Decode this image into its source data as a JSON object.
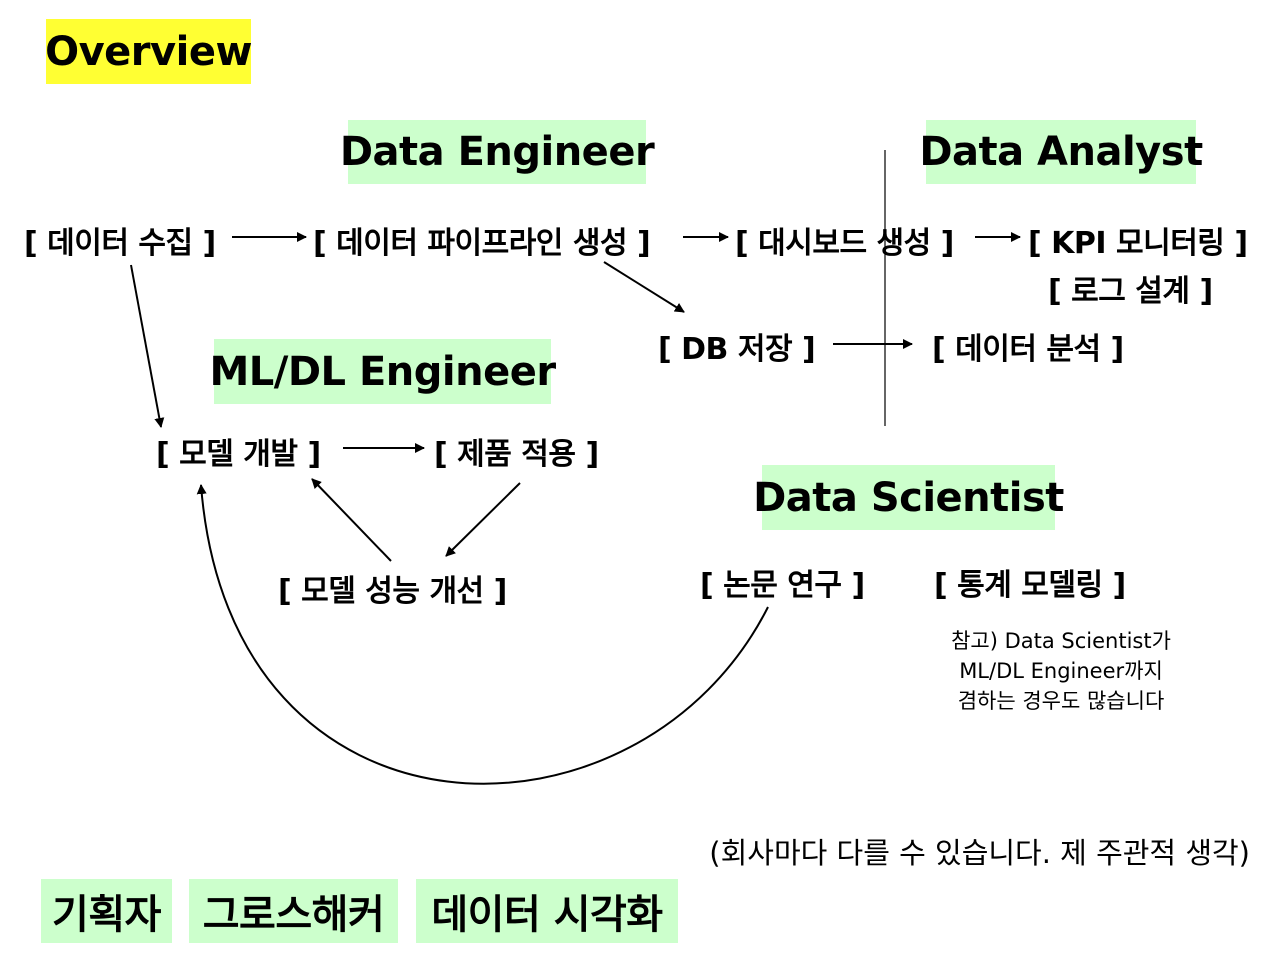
{
  "overview_title": "Overview",
  "roles": {
    "data_engineer": "Data Engineer",
    "data_analyst": "Data Analyst",
    "ml_dl_engineer": "ML/DL Engineer",
    "data_scientist": "Data Scientist"
  },
  "nodes": {
    "data_collection": "[ 데이터 수집 ]",
    "data_pipeline": "[ 데이터 파이프라인 생성 ]",
    "dashboard": "[ 대시보드 생성 ]",
    "kpi_monitoring": "[ KPI 모니터링 ]",
    "log_design": "[ 로그 설계 ]",
    "db_storage": "[ DB 저장 ]",
    "data_analysis": "[ 데이터 분석 ]",
    "model_development": "[ 모델 개발 ]",
    "product_application": "[ 제품 적용 ]",
    "model_improvement": "[ 모델 성능 개선 ]",
    "paper_research": "[ 논문 연구 ]",
    "statistical_modeling": "[ 통계 모델링 ]"
  },
  "note_lines": [
    "참고) Data Scientist가",
    "ML/DL Engineer까지",
    "겸하는 경우도 많습니다"
  ],
  "remark": "(회사마다 다를 수 있습니다. 제 주관적 생각)",
  "bottom_tags": [
    "기획자",
    "그로스해커",
    "데이터 시각화"
  ]
}
